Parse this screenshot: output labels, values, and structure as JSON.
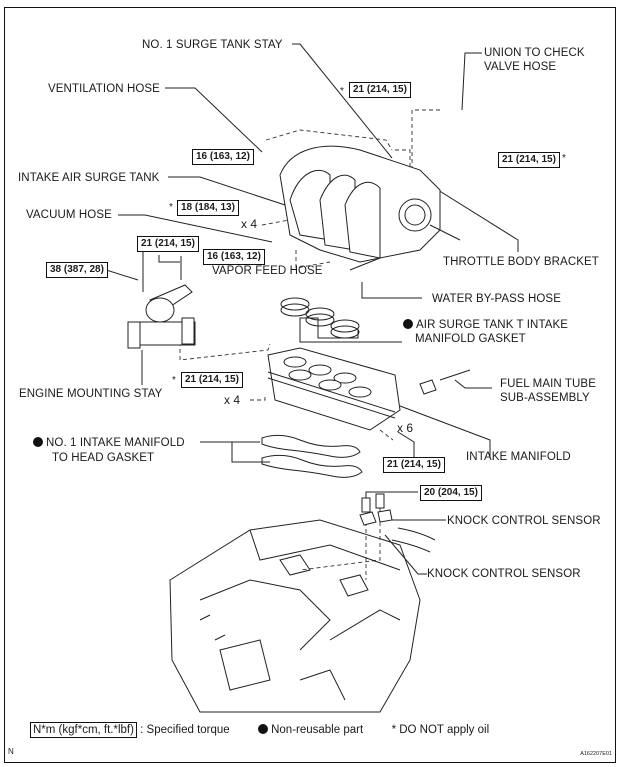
{
  "figure": {
    "id": "A162207E01",
    "corner_mark": "N"
  },
  "labels": {
    "surge_tank_stay": "NO. 1 SURGE TANK STAY",
    "union_hose_line1": "UNION TO CHECK",
    "union_hose_line2": "VALVE HOSE",
    "ventilation_hose": "VENTILATION HOSE",
    "intake_air_surge_tank": "INTAKE AIR SURGE TANK",
    "vacuum_hose": "VACUUM HOSE",
    "throttle_body_bracket": "THROTTLE BODY BRACKET",
    "vapor_feed_hose": "VAPOR FEED HOSE",
    "water_bypass_hose": "WATER BY-PASS HOSE",
    "surge_tank_gasket_line1": "AIR SURGE TANK T INTAKE",
    "surge_tank_gasket_line2": "MANIFOLD GASKET",
    "engine_mounting_stay": "ENGINE MOUNTING STAY",
    "fuel_main_tube_line1": "FUEL MAIN TUBE",
    "fuel_main_tube_line2": "SUB-ASSEMBLY",
    "head_gasket_line1": "NO. 1 INTAKE MANIFOLD",
    "head_gasket_line2": "TO HEAD GASKET",
    "intake_manifold": "INTAKE MANIFOLD",
    "knock_sensor_upper": "KNOCK CONTROL SENSOR",
    "knock_sensor_lower": "KNOCK CONTROL SENSOR"
  },
  "torques": {
    "surge_stay": "21 (214, 15)",
    "throttle_bracket": "21 (214, 15)",
    "ventilation": "16 (163, 12)",
    "surge_tank_bolts": "18 (184, 13)",
    "mount_stay_short": "21 (214, 15)",
    "mount_stay_long": "38 (387, 28)",
    "vapor_feed": "16 (163, 12)",
    "manifold_bolts": "21 (214, 15)",
    "manifold_nuts": "21 (214, 15)",
    "knock_sensor": "20 (204, 15)"
  },
  "marks": {
    "asterisk": "*",
    "x4": "x 4",
    "x6": "x 6"
  },
  "legend": {
    "torque_unit": "N*m (kgf*cm, ft.*lbf)",
    "torque_desc": ": Specified torque",
    "non_reusable": "Non-reusable part",
    "no_oil": "* DO NOT apply oil"
  }
}
